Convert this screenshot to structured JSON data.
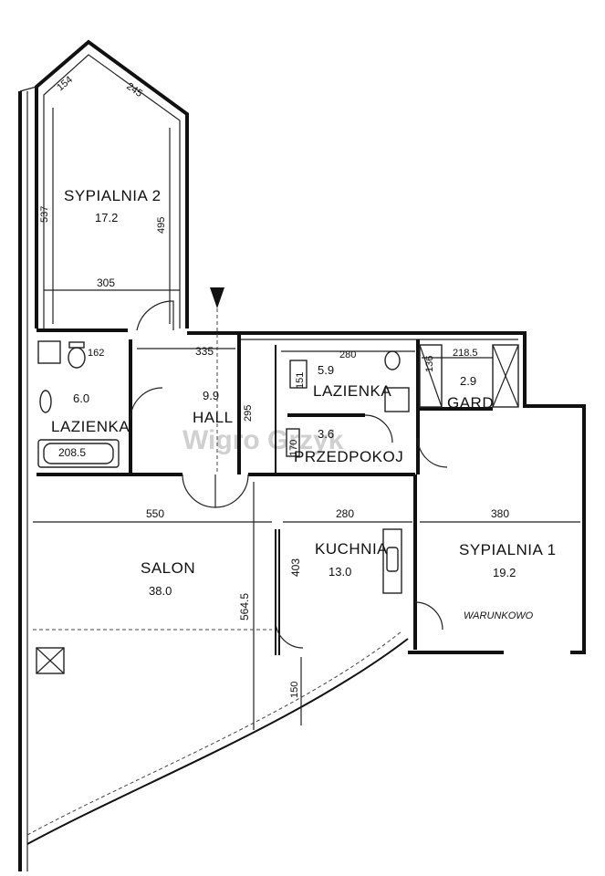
{
  "watermark": "Wigro Grzyk",
  "rooms": {
    "sypialnia2": {
      "name": "SYPIALNIA 2",
      "area": "17.2"
    },
    "lazienka_left": {
      "name": "LAZIENKA",
      "area": "6.0"
    },
    "hall": {
      "name": "HALL",
      "area": "9.9"
    },
    "lazienka_center": {
      "name": "LAZIENKA",
      "area": "5.9"
    },
    "przedpokoj": {
      "name": "PRZEDPOKOJ",
      "area": "3.6"
    },
    "gard": {
      "name": "GARD",
      "area": "2.9"
    },
    "salon": {
      "name": "SALON",
      "area": "38.0"
    },
    "kuchnia": {
      "name": "KUCHNIA",
      "area": "13.0"
    },
    "sypialnia1": {
      "name": "SYPIALNIA 1",
      "area": "19.2"
    }
  },
  "dimensions": {
    "d154": "154",
    "d245": "245",
    "d537": "537",
    "d495": "495",
    "d305": "305",
    "d162": "162",
    "d208": "208.5",
    "d335": "335",
    "d295": "295",
    "d280a": "280",
    "d151": "151",
    "d170": "170",
    "d2185": "218.5",
    "d136": "136",
    "d550": "550",
    "d280b": "280",
    "d380": "380",
    "d5645": "564.5",
    "d403": "403",
    "d150": "150"
  },
  "note": "WARUNKOWO"
}
